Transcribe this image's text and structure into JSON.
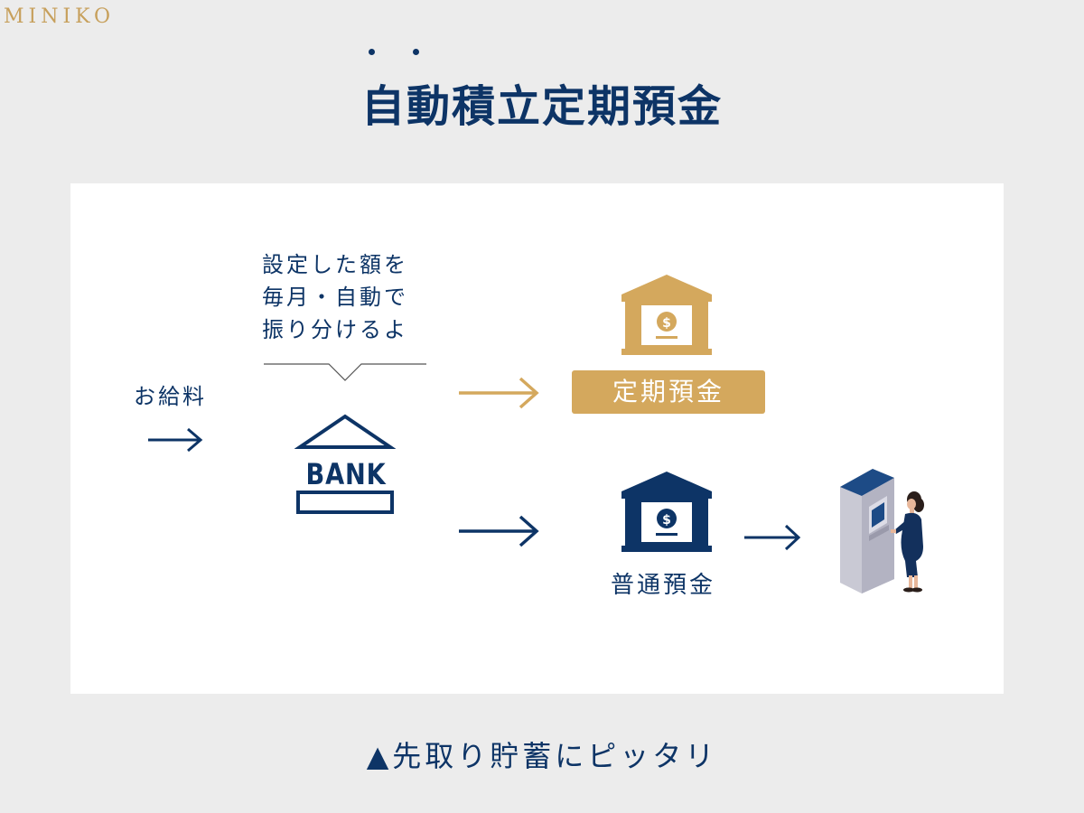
{
  "brand": "MINIKO",
  "title": "自動積立定期預金",
  "diagram": {
    "salary_label": "お給料",
    "bubble_lines": [
      "設定した額を",
      "毎月・自動で",
      "振り分けるよ"
    ],
    "bank_label": "BANK",
    "fixed_deposit_label": "定期預金",
    "ordinary_deposit_label": "普通預金",
    "coin_symbol": "$"
  },
  "caption": "▲先取り貯蓄にピッタリ",
  "colors": {
    "navy": "#0d3466",
    "gold": "#d4a85d",
    "brand_gold": "#c7a05c",
    "background": "#ececec",
    "panel": "#ffffff"
  }
}
